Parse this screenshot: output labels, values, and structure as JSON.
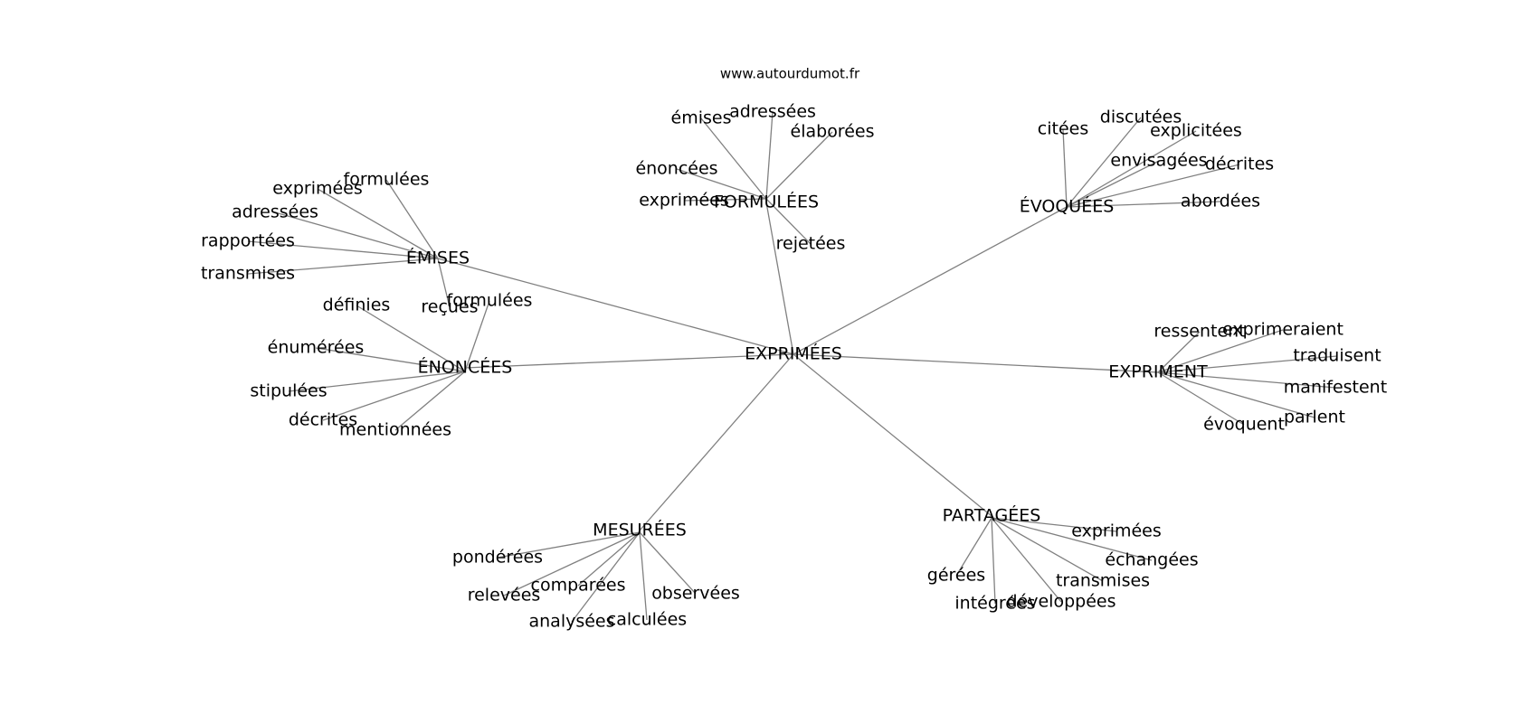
{
  "source": "www.autourdumot.fr",
  "graph": {
    "center": "EXPRIMÉES",
    "clusters": [
      {
        "hub": "ÉMISES",
        "leaves": [
          "formulées",
          "exprimées",
          "adressées",
          "rapportées",
          "transmises",
          "reçues"
        ]
      },
      {
        "hub": "FORMULÉES",
        "leaves": [
          "émises",
          "adressées",
          "élaborées",
          "énoncées",
          "exprimées",
          "rejetées"
        ]
      },
      {
        "hub": "ÉVOQUÉES",
        "leaves": [
          "citées",
          "discutées",
          "explicitées",
          "envisagées",
          "décrites",
          "abordées"
        ]
      },
      {
        "hub": "ÉNONCÉES",
        "leaves": [
          "définies",
          "formulées",
          "énumérées",
          "stipulées",
          "décrites",
          "mentionnées"
        ]
      },
      {
        "hub": "EXPRIMENT",
        "leaves": [
          "ressentent",
          "exprimeraient",
          "traduisent",
          "manifestent",
          "parlent",
          "évoquent"
        ]
      },
      {
        "hub": "MESURÉES",
        "leaves": [
          "pondérées",
          "relevées",
          "comparées",
          "analysées",
          "calculées",
          "observées"
        ]
      },
      {
        "hub": "PARTAGÉES",
        "leaves": [
          "exprimées",
          "échangées",
          "transmises",
          "développées",
          "intégrées",
          "gérées"
        ]
      }
    ]
  }
}
